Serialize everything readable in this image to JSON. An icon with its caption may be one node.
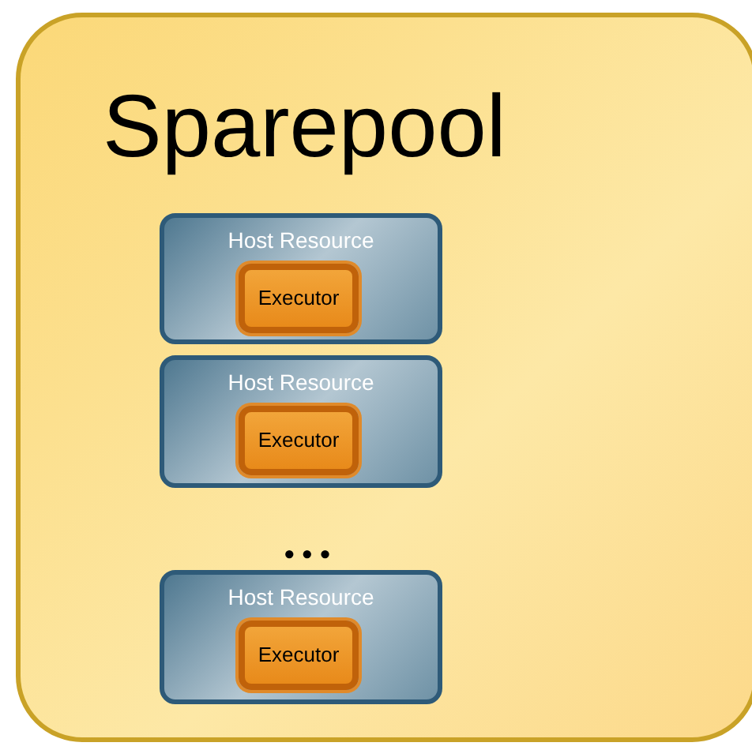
{
  "diagram": {
    "nodes": [
      {
        "text": [
          "Sparepool"
        ]
      },
      {
        "text": [
          "Host Resource"
        ],
        "in": 0
      },
      {
        "text": [
          "Executor"
        ],
        "in": 1
      },
      {
        "text": [
          "Host Resource"
        ],
        "in": 0
      },
      {
        "text": [
          "Executor"
        ],
        "in": 3
      },
      {
        "text": [
          "Host Resource"
        ],
        "in": 0
      },
      {
        "text": [
          "Executor"
        ],
        "in": 5
      }
    ],
    "labels": [
      "• • •"
    ]
  }
}
